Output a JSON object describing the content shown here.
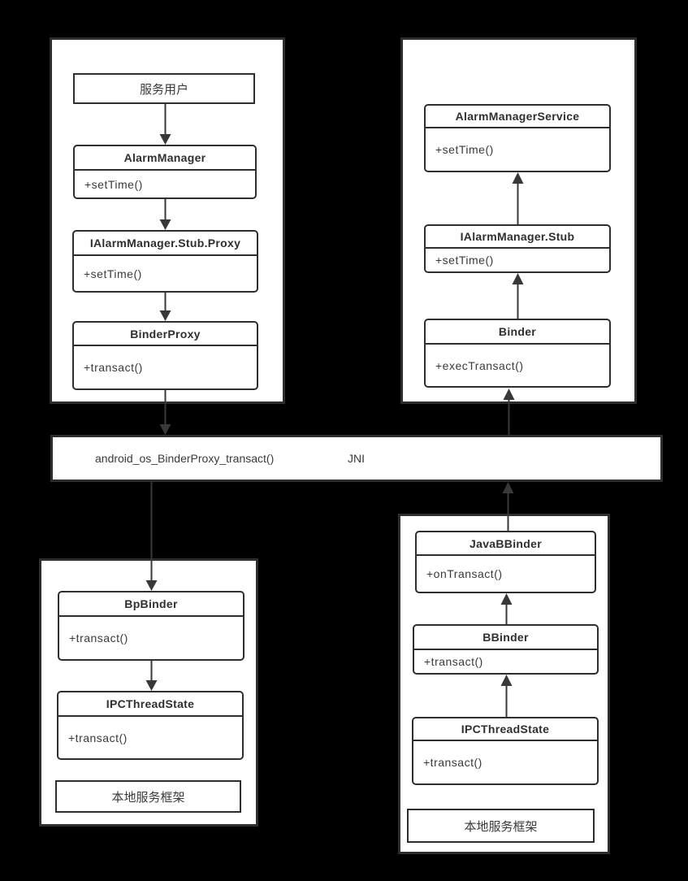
{
  "nodes": {
    "service_user": {
      "label": "服务用户"
    },
    "alarm_manager": {
      "title": "AlarmManager",
      "method": "+setTime()"
    },
    "ialarm_stub_proxy": {
      "title": "IAlarmManager.Stub.Proxy",
      "method": "+setTime()"
    },
    "binder_proxy": {
      "title": "BinderProxy",
      "method": "+transact()"
    },
    "alarm_manager_service": {
      "title": "AlarmManagerService",
      "method": "+setTime()"
    },
    "ialarm_stub": {
      "title": "IAlarmManager.Stub",
      "method": "+setTime()"
    },
    "binder": {
      "title": "Binder",
      "method": "+execTransact()"
    },
    "jni": {
      "function": "android_os_BinderProxy_transact()",
      "label": "JNI"
    },
    "bp_binder": {
      "title": "BpBinder",
      "method": "+transact()"
    },
    "ipc_thread_state_left": {
      "title": "IPCThreadState",
      "method": "+transact()"
    },
    "local_framework_left": {
      "label": "本地服务框架"
    },
    "java_b_binder": {
      "title": "JavaBBinder",
      "method": "+onTransact()"
    },
    "b_binder": {
      "title": "BBinder",
      "method": "+transact()"
    },
    "ipc_thread_state_right": {
      "title": "IPCThreadState",
      "method": "+transact()"
    },
    "local_framework_right": {
      "label": "本地服务框架"
    }
  },
  "colors": {
    "background": "#000000",
    "panel": "#ffffff",
    "border": "#2e2e2e",
    "text": "#3a3a3a",
    "arrow": "#383838"
  }
}
